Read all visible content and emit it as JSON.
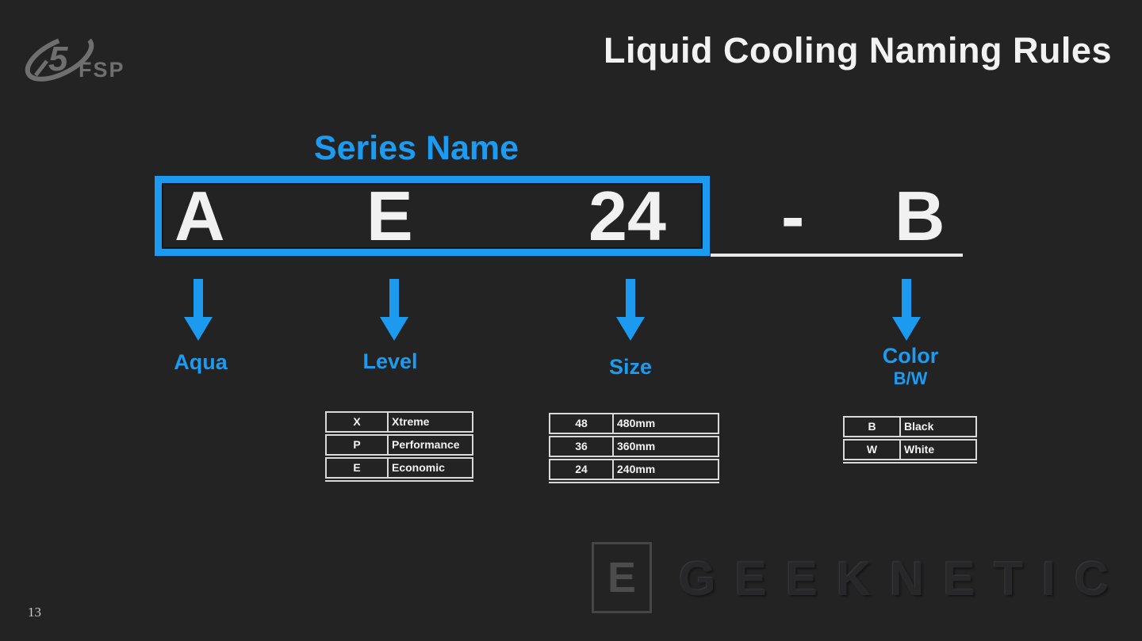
{
  "slide": {
    "title": "Liquid Cooling Naming Rules",
    "page_number": "13"
  },
  "logo": {
    "brand": "FSP",
    "glyph": "5"
  },
  "naming": {
    "series_label": "Series Name",
    "segments": {
      "first": "A",
      "second": "E",
      "third": "24"
    },
    "separator": "-",
    "suffix": "B",
    "labels": {
      "aqua": "Aqua",
      "level": "Level",
      "size": "Size",
      "color": "Color",
      "bw": "B/W"
    }
  },
  "tables": {
    "level": [
      [
        "X",
        "Xtreme"
      ],
      [
        "P",
        "Performance"
      ],
      [
        "E",
        "Economic"
      ]
    ],
    "size": [
      [
        "48",
        "480mm"
      ],
      [
        "36",
        "360mm"
      ],
      [
        "24",
        "240mm"
      ]
    ],
    "color": [
      [
        "B",
        "Black"
      ],
      [
        "W",
        "White"
      ]
    ]
  },
  "watermark": {
    "letter": "E",
    "text": "GEEKNETIC"
  },
  "colors": {
    "accent_blue": "#1b9af0",
    "background": "#232323",
    "table_border": "#d9d9d9"
  }
}
